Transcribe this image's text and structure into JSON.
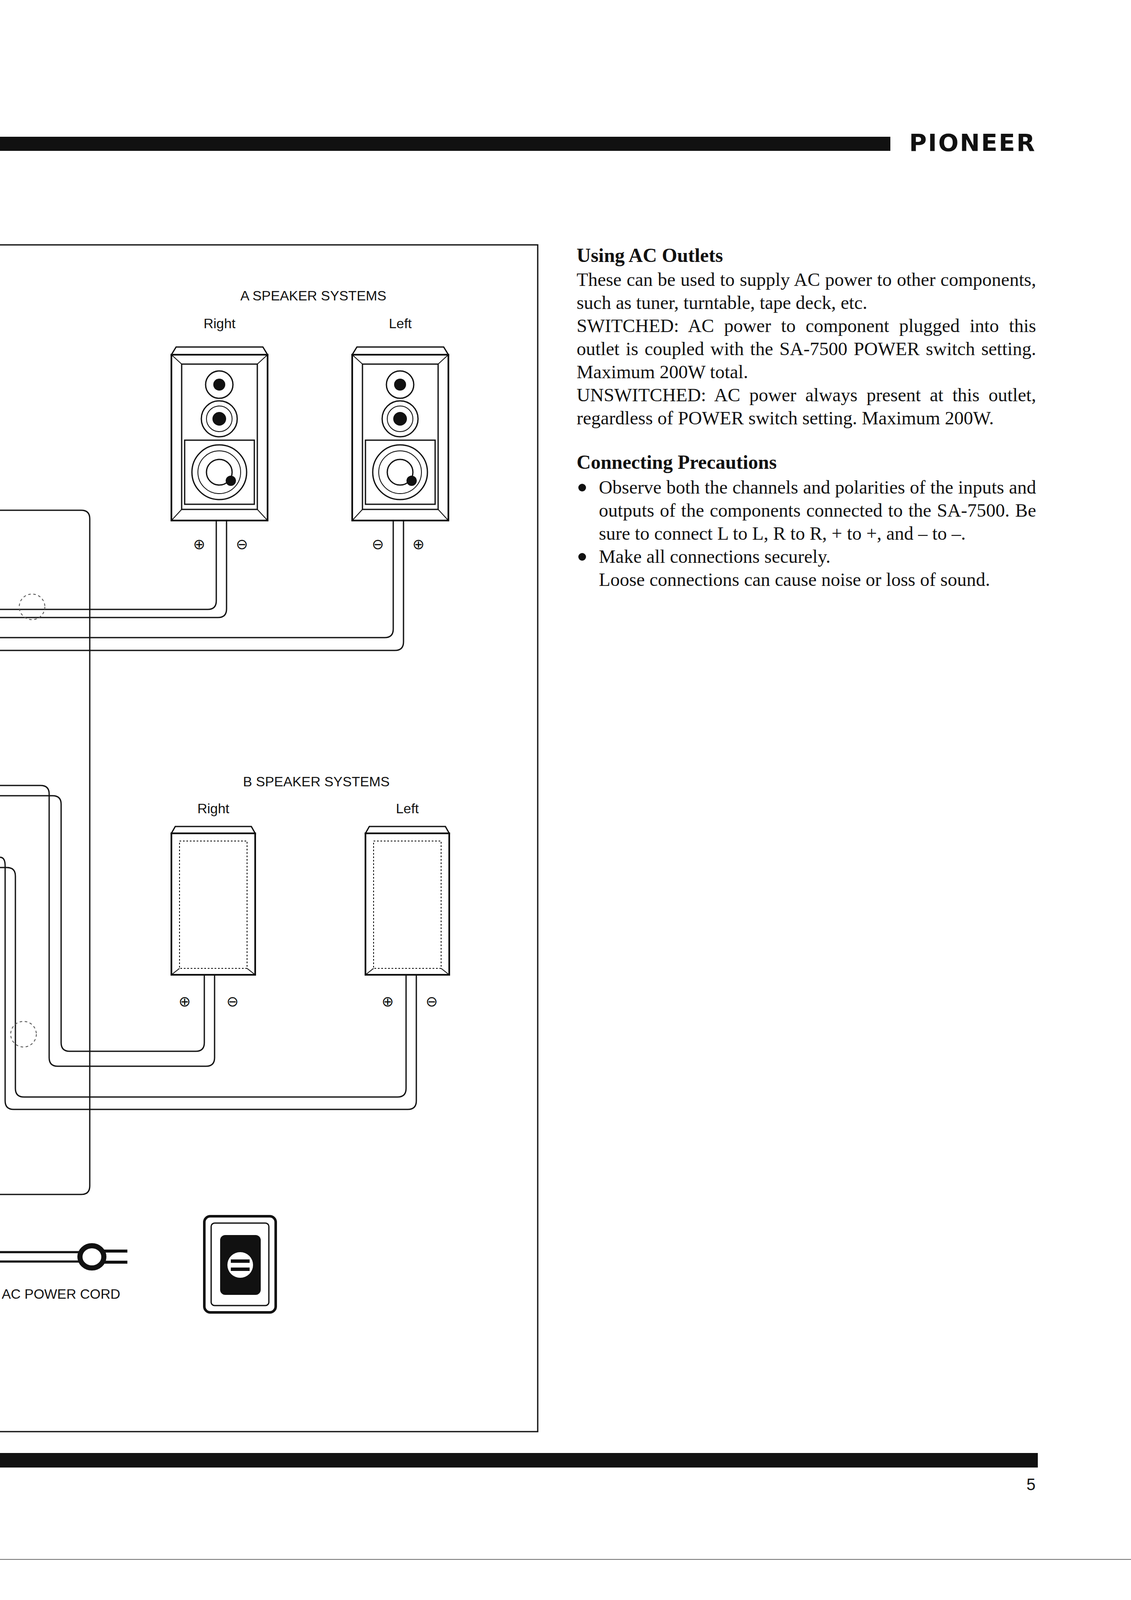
{
  "diagram": {
    "nodes": [
      {
        "text": [
          "Right"
        ]
      },
      {
        "text": [
          "Left"
        ]
      },
      {
        "text": [
          "Right"
        ]
      },
      {
        "text": [
          "Left"
        ]
      }
    ],
    "labels": [
      "PIONEER",
      "A SPEAKER SYSTEMS",
      "B SPEAKER SYSTEMS",
      "AC POWER CORD",
      "Using AC Outlets",
      "These can be used to supply AC power to other components, such as tuner, turntable, tape deck, etc.",
      "SWITCHED: AC power to component plugged into this outlet is coupled with the SA-7500 POWER switch setting. Maximum 200W total.",
      "UNSWITCHED: AC power always present at this outlet, regardless of POWER switch setting. Maximum 200W.",
      "Connecting Precautions",
      "Observe both the channels and polarities of the inputs and outputs of the components connected to the SA-7500. Be sure to connect L to L, R to R, + to +, and – to –.",
      "Make all connections securely.",
      "Loose connections can cause noise or loss of sound.",
      "5",
      "⊕",
      "⊖",
      "⊖",
      "⊕",
      "⊕",
      "⊖",
      "⊕",
      "⊖"
    ]
  }
}
